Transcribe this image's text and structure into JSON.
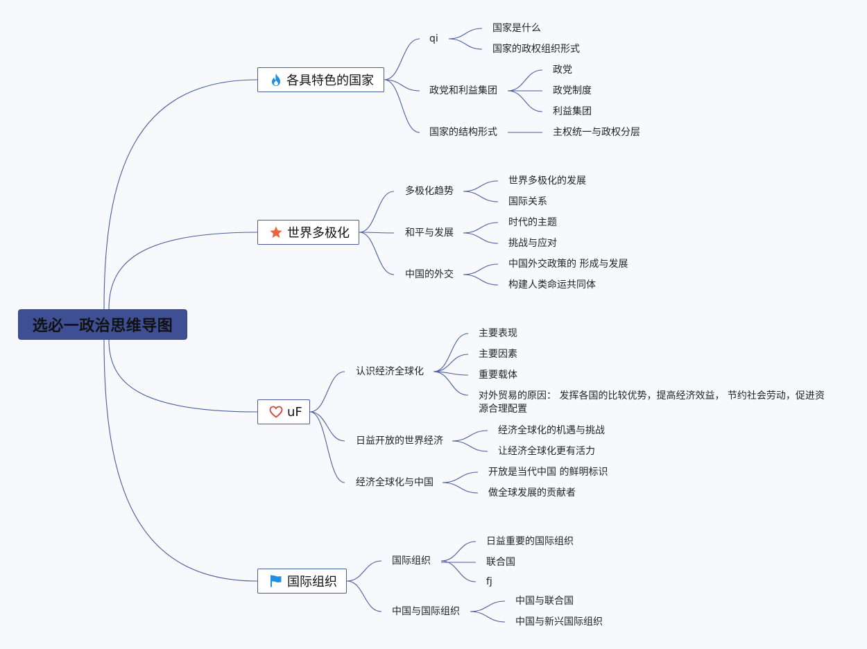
{
  "root": {
    "label": "选必一政治思维导图"
  },
  "branches": [
    {
      "label": "各具特色的国家",
      "icon": "flame-icon",
      "children": [
        {
          "label": "qi",
          "children": [
            "国家是什么",
            "国家的政权组织形式"
          ]
        },
        {
          "label": "政党和利益集团",
          "children": [
            "政党",
            "政党制度",
            "利益集团"
          ]
        },
        {
          "label": "国家的结构形式",
          "children": [
            "主权统一与政权分层"
          ]
        }
      ]
    },
    {
      "label": "世界多极化",
      "icon": "star-icon",
      "children": [
        {
          "label": "多极化趋势",
          "children": [
            "世界多极化的发展",
            "国际关系"
          ]
        },
        {
          "label": "和平与发展",
          "children": [
            "时代的主题",
            "挑战与应对"
          ]
        },
        {
          "label": "中国的外交",
          "children": [
            "中国外交政策的 形成与发展",
            "构建人类命运共同体"
          ]
        }
      ]
    },
    {
      "label": "uF",
      "icon": "heart-icon",
      "children": [
        {
          "label": "认识经济全球化",
          "children": [
            "主要表现",
            "主要因素",
            "重要载体",
            "对外贸易的原因： 发挥各国的比较优势，提高经济效益， 节约社会劳动，促进资源合理配置"
          ]
        },
        {
          "label": "日益开放的世界经济",
          "children": [
            "经济全球化的机遇与挑战",
            "让经济全球化更有活力"
          ]
        },
        {
          "label": "经济全球化与中国",
          "children": [
            "开放是当代中国 的鲜明标识",
            "做全球发展的贡献者"
          ]
        }
      ]
    },
    {
      "label": "国际组织",
      "icon": "flag-icon",
      "children": [
        {
          "label": "国际组织",
          "children": [
            "日益重要的国际组织",
            "联合国",
            "fj"
          ]
        },
        {
          "label": "中国与国际组织",
          "children": [
            "中国与联合国",
            "中国与新兴国际组织"
          ]
        }
      ]
    }
  ],
  "colors": {
    "root_fill": "#3e4f94",
    "line": "#4a5aa0",
    "flame": "#1f8fe0",
    "star": "#e8673a",
    "heart": "#d9433b",
    "flag": "#1f8fe0"
  }
}
